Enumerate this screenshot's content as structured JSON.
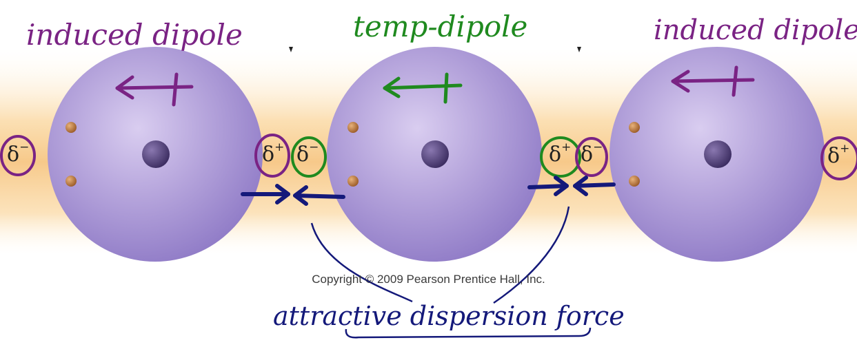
{
  "labels": {
    "left_dipole": "induced dipole",
    "center_dipole": "temp-dipole",
    "right_dipole": "induced dipole",
    "force": "attractive dispersion force",
    "copyright": "Copyright © 2009 Pearson Prentice Hall, Inc."
  },
  "charges": {
    "far_left": "δ",
    "far_left_sign": "−",
    "gap1_plus": "δ",
    "gap1_plus_sign": "+",
    "gap1_minus": "δ",
    "gap1_minus_sign": "−",
    "gap2_plus": "δ",
    "gap2_plus_sign": "+",
    "gap2_minus": "δ",
    "gap2_minus_sign": "−",
    "far_right": "δ",
    "far_right_sign": "+"
  },
  "colors": {
    "purple_ink": "#7a2384",
    "green_ink": "#1f8a1f",
    "blue_ink": "#14197a",
    "atom": "#a996d6",
    "nucleus": "#4a3970",
    "electron": "#b8763a",
    "glow": "#f7c98a"
  }
}
